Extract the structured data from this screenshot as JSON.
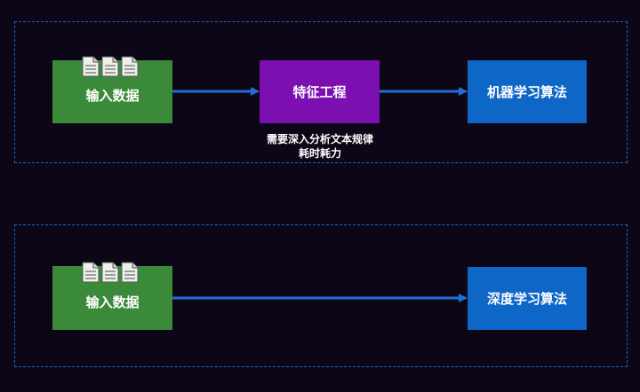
{
  "pipeline1": {
    "input_label": "输入数据",
    "feature_label": "特征工程",
    "ml_label": "机器学习算法",
    "note_line1": "需要深入分析文本规律",
    "note_line2": "耗时耗力"
  },
  "pipeline2": {
    "input_label": "输入数据",
    "dl_label": "深度学习算法"
  },
  "colors": {
    "input": "#3a8a3a",
    "feature": "#7b0fb0",
    "algorithm": "#0e66c7",
    "arrow": "#1f6fd6",
    "dashed_border": "#1f63c8"
  },
  "icons": [
    "document-icon",
    "document-icon",
    "document-icon"
  ]
}
